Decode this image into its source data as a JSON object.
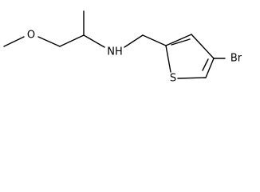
{
  "molecule": {
    "atoms": {
      "oxygen": "O",
      "amine": "NH",
      "sulfur": "S",
      "bromine": "Br"
    },
    "colors": {
      "bond": "#000000",
      "label": "#000000",
      "background": "#ffffff"
    }
  }
}
